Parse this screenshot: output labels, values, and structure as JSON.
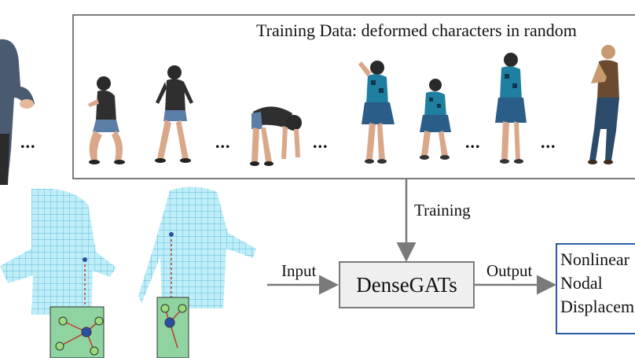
{
  "training_box": {
    "title": "Training Data: deformed characters in random"
  },
  "ellipsis": "...",
  "edges": {
    "training_label": "Training",
    "input_label": "Input",
    "output_label": "Output"
  },
  "model": {
    "label": "DenseGATs"
  },
  "output": {
    "line1": "Nonlinear",
    "line2": "Nodal",
    "line3": "Displacement"
  },
  "colors": {
    "arrow": "#7a7a7a",
    "output_border": "#2c5aa0",
    "mesh": "#6fd3ee",
    "node_green": "#9bdc7a",
    "node_blue": "#2d4fa3",
    "edge_red": "#c0392b"
  }
}
